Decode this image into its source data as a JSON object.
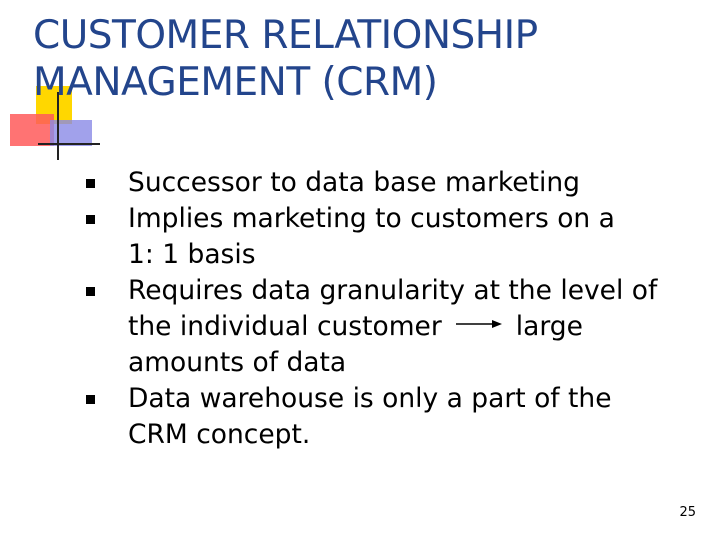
{
  "slide": {
    "title_lines": [
      "CUSTOMER RELATIONSHIP",
      "MANAGEMENT (CRM)"
    ],
    "bullets": [
      {
        "lines": [
          "Successor to data base marketing"
        ]
      },
      {
        "lines": [
          "Implies marketing to customers on a",
          "1: 1 basis"
        ]
      },
      {
        "lines": [
          "Requires data granularity at the level of",
          "the individual customer",
          "large",
          "amounts  of data"
        ]
      },
      {
        "lines": [
          "Data warehouse is only a part of the",
          "CRM concept."
        ]
      }
    ],
    "page_number": "25",
    "icons": {
      "bullet": "square-bullet-icon",
      "arrow": "right-arrow-icon",
      "decoration": "overlapping-squares-decoration"
    },
    "colors": {
      "title": "#23458c",
      "text": "#000000",
      "deco_yellow": "#ffd700",
      "deco_red": "#ff5a5a",
      "deco_blue": "#8a8ae6"
    }
  }
}
